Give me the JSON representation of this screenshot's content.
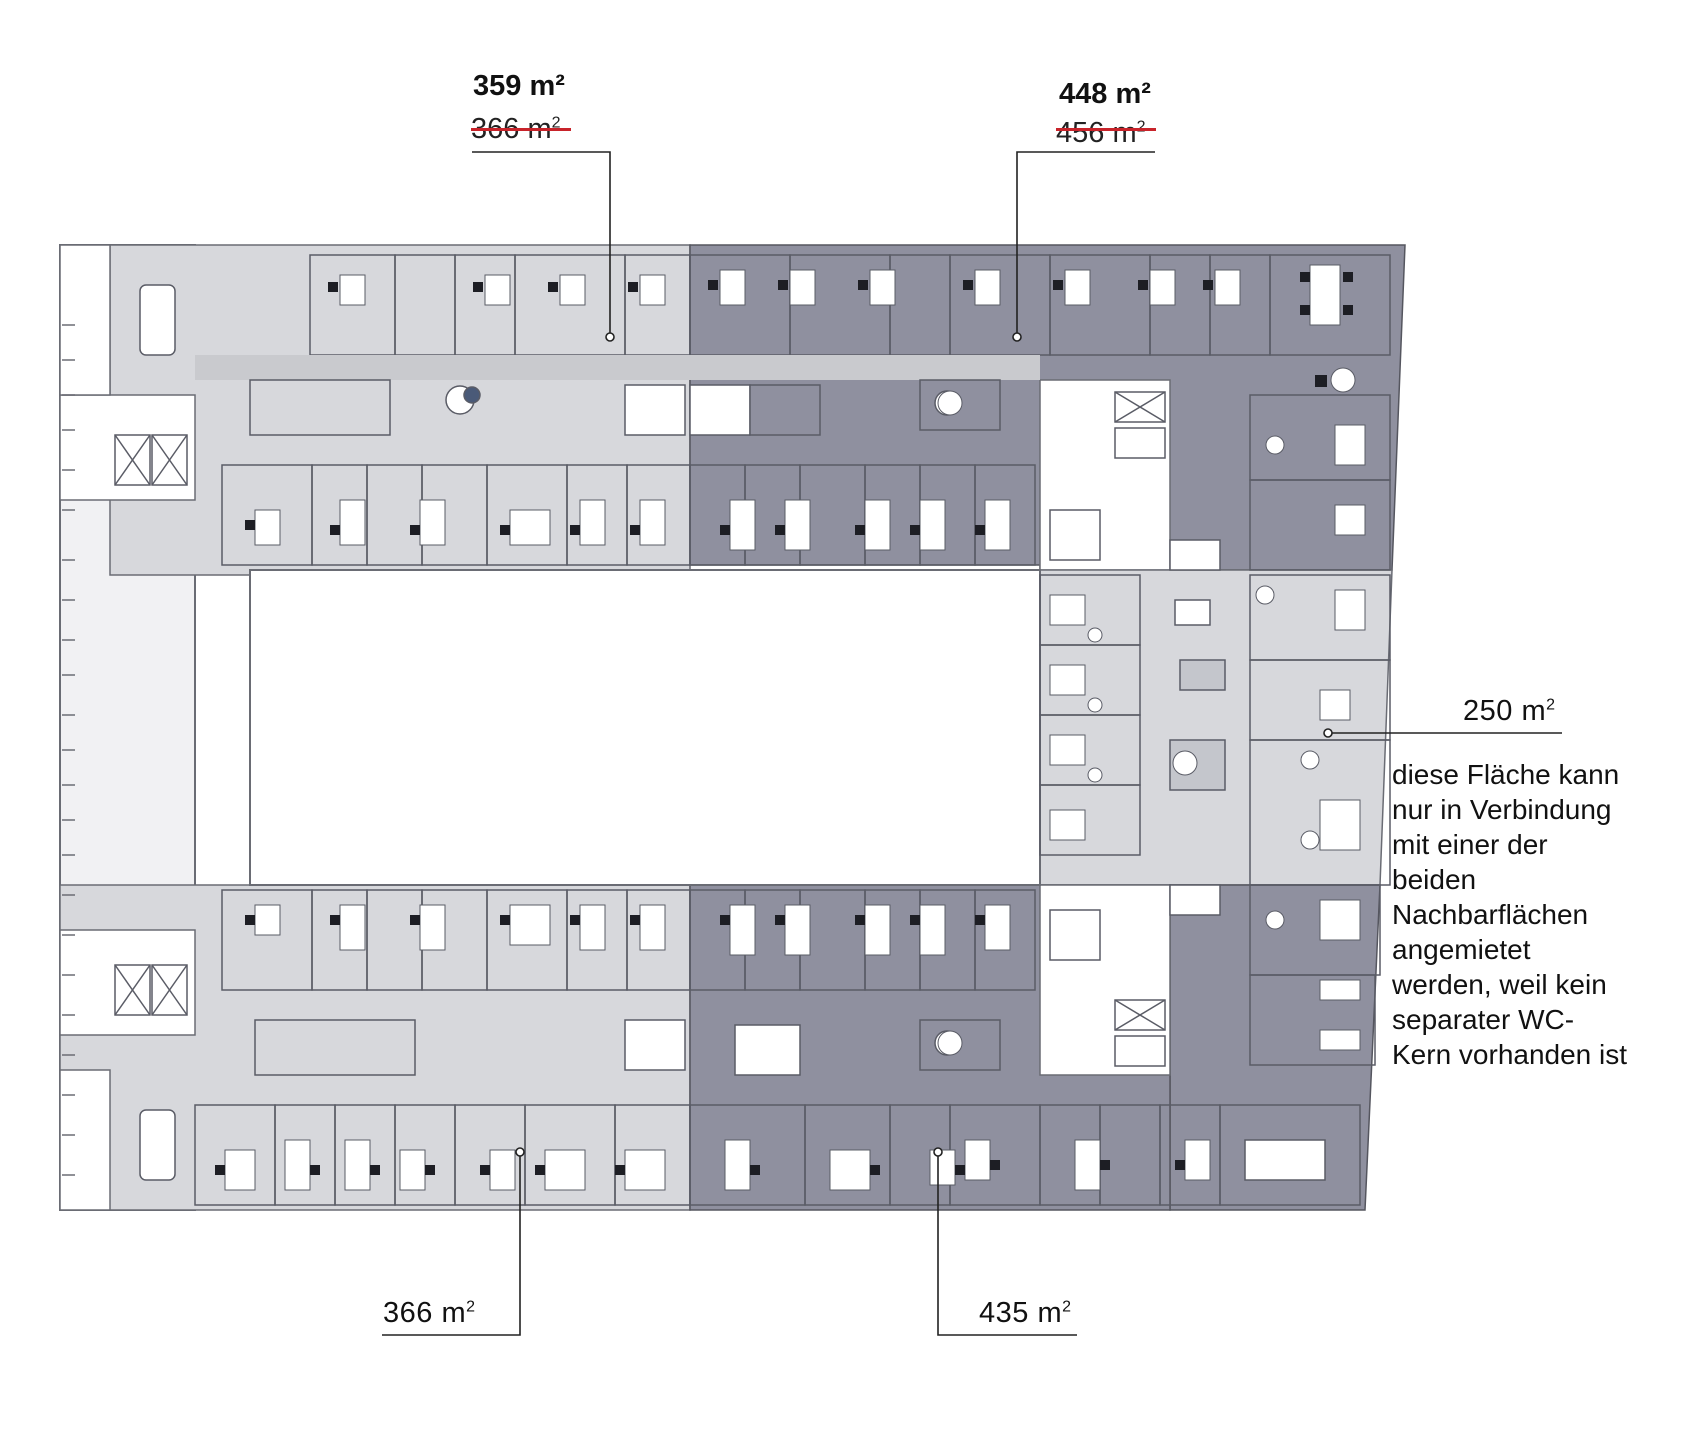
{
  "colors": {
    "light_zone": "#d7d8dc",
    "dark_zone": "#8f909f",
    "mid_zone": "#c4c6cc",
    "wall": "#5a5c66",
    "window": "#7fb3bf",
    "strike": "#c8232a",
    "background": "#ffffff"
  },
  "areas": {
    "top_left": {
      "new": "359 m²",
      "old": "366 m",
      "old_sup": "2"
    },
    "top_right": {
      "new": "448 m²",
      "old": "456 m",
      "old_sup": "2"
    },
    "right": {
      "value": "250 m",
      "sup": "2"
    },
    "bottom_left": {
      "value": "366 m",
      "sup": "2"
    },
    "bottom_right": {
      "value": "435 m",
      "sup": "2"
    }
  },
  "note": {
    "lines": [
      "diese Fläche kann",
      "nur in Verbindung",
      "mit einer der",
      "beiden",
      "Nachbarflächen",
      "angemietet",
      "werden, weil kein",
      "separater WC-",
      "Kern vorhanden ist"
    ]
  }
}
